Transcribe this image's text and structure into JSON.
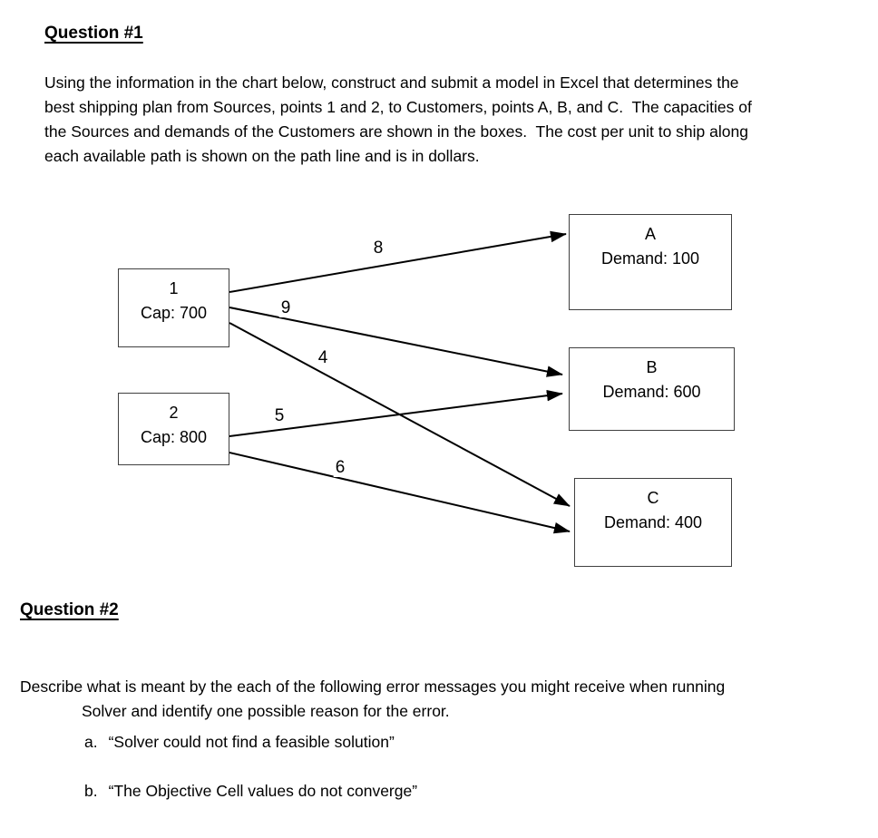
{
  "page": {
    "background": "#ffffff",
    "text_color": "#000000",
    "box_border_color": "#404040",
    "arrow_color": "#000000"
  },
  "q1": {
    "heading": "Question #1",
    "para_lines": [
      "Using the information in the chart below, construct and submit a model in Excel that determines the",
      "best shipping plan from Sources, points 1 and 2, to Customers, points A, B, and C.  The capacities of",
      "the Sources and demands of the Customers are shown in the boxes.  The cost per unit to ship along",
      "each available path is shown on the path line and is in dollars."
    ]
  },
  "diagram": {
    "sources": [
      {
        "label": "1",
        "cap": "Cap: 700"
      },
      {
        "label": "2",
        "cap": "Cap: 800"
      }
    ],
    "customers": [
      {
        "label": "A",
        "demand": "Demand: 100"
      },
      {
        "label": "B",
        "demand": "Demand: 600"
      },
      {
        "label": "C",
        "demand": "Demand: 400"
      }
    ],
    "edges": [
      {
        "from": "1",
        "to": "A",
        "cost": "8"
      },
      {
        "from": "1",
        "to": "B",
        "cost": "9"
      },
      {
        "from": "1",
        "to": "C",
        "cost": "4"
      },
      {
        "from": "2",
        "to": "B",
        "cost": "5"
      },
      {
        "from": "2",
        "to": "C",
        "cost": "6"
      }
    ]
  },
  "q2": {
    "heading": "Question #2",
    "para_lines": [
      "Describe what is meant by the each of the following error messages you might receive when running",
      "Solver and identify one possible reason for the error."
    ],
    "items": [
      {
        "label": "a.",
        "text": "“Solver could not find a feasible solution”"
      },
      {
        "label": "b.",
        "text": "“The Objective Cell values do not converge”"
      }
    ]
  }
}
